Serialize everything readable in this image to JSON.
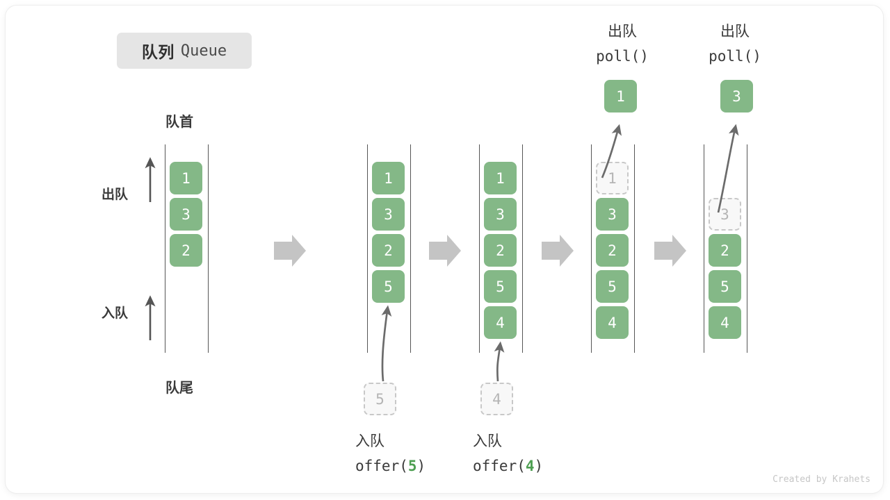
{
  "title": {
    "cn": "队列",
    "en": "Queue"
  },
  "credit": "Created by Krahets",
  "annotations": {
    "front": "队首",
    "rear": "队尾",
    "dequeue_side": "出队",
    "enqueue_side": "入队"
  },
  "colors": {
    "element_green": "#84b887",
    "ghost_fill": "#f8f8f8",
    "ghost_border": "#c8c8c8",
    "rail": "#555555",
    "step_arrow": "#c4c4c4",
    "badge_bg": "#e5e5e5",
    "text_dark": "#3a3a3a",
    "highlight_green": "#4e9f52"
  },
  "steps": [
    {
      "id": "initial",
      "header": null,
      "elements": [
        "1",
        "3",
        "2"
      ],
      "ghost_index": -1,
      "incoming": null,
      "outgoing": null,
      "caption": null
    },
    {
      "id": "offer-5",
      "header": null,
      "elements": [
        "1",
        "3",
        "2",
        "5"
      ],
      "ghost_index": -1,
      "incoming": "5",
      "outgoing": null,
      "caption": {
        "line1": "入队",
        "prefix": "offer(",
        "value": "5",
        "suffix": ")"
      }
    },
    {
      "id": "offer-4",
      "header": null,
      "elements": [
        "1",
        "3",
        "2",
        "5",
        "4"
      ],
      "ghost_index": -1,
      "incoming": "4",
      "outgoing": null,
      "caption": {
        "line1": "入队",
        "prefix": "offer(",
        "value": "4",
        "suffix": ")"
      }
    },
    {
      "id": "poll-1",
      "header": {
        "line1": "出队",
        "line2": "poll()"
      },
      "elements": [
        "1",
        "3",
        "2",
        "5",
        "4"
      ],
      "ghost_index": 0,
      "incoming": null,
      "outgoing": "1",
      "caption": null
    },
    {
      "id": "poll-3",
      "header": {
        "line1": "出队",
        "line2": "poll()"
      },
      "elements": [
        "3",
        "2",
        "5",
        "4"
      ],
      "ghost_index": 0,
      "incoming": null,
      "outgoing": "3",
      "caption": null
    }
  ],
  "step_arrows": 4
}
